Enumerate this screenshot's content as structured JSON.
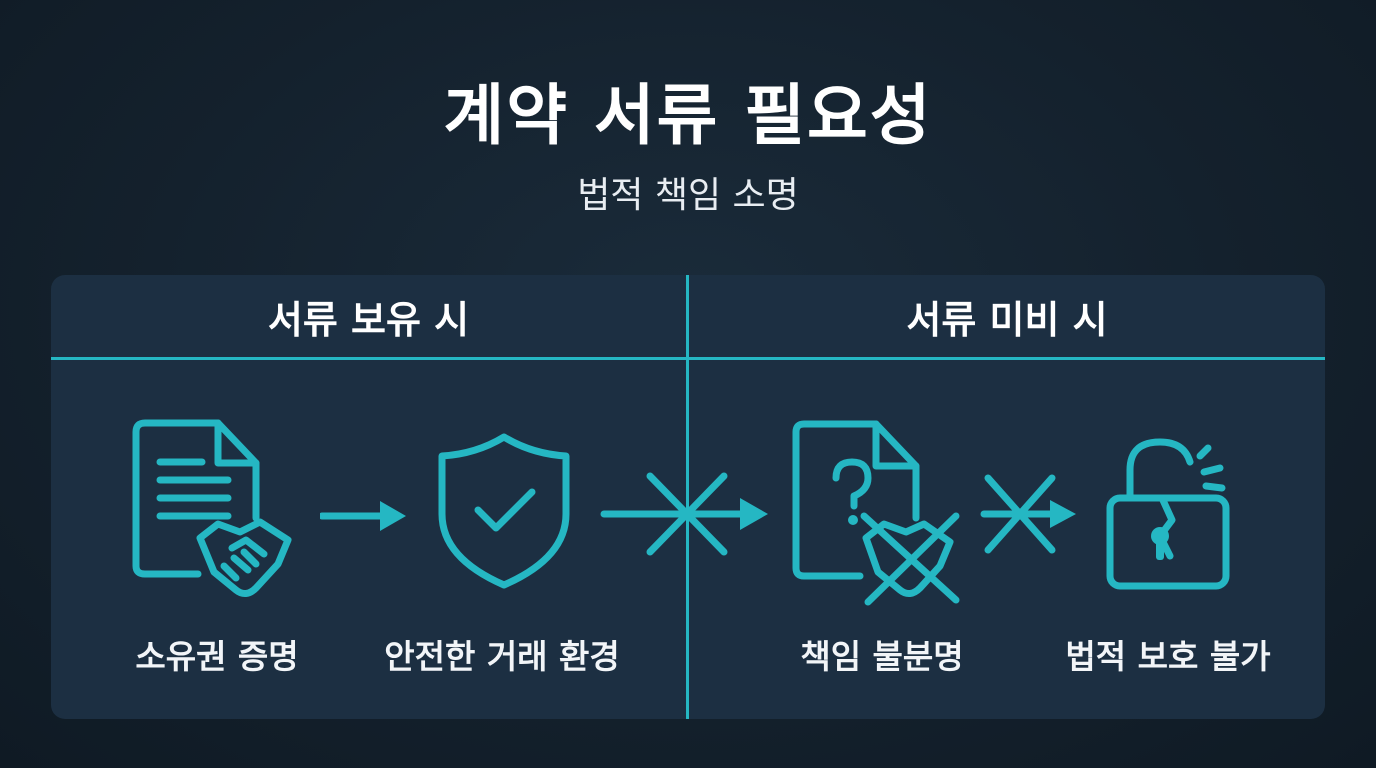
{
  "title": "계약 서류 필요성",
  "subtitle": "법적 책임 소명",
  "columns": {
    "left": {
      "heading": "서류 보유 시",
      "steps": [
        {
          "icon": "document-handshake-icon",
          "label": "소유권 증명"
        },
        {
          "icon": "shield-check-icon",
          "label": "안전한 거래 환경"
        }
      ]
    },
    "right": {
      "heading": "서류 미비 시",
      "steps": [
        {
          "icon": "document-question-crossed-handshake-icon",
          "label": "책임 불분명"
        },
        {
          "icon": "broken-padlock-icon",
          "label": "법적 보호 불가"
        }
      ]
    }
  },
  "colors": {
    "accent": "#25b7c3",
    "background": "#14212d",
    "panel": "#1c2f42",
    "text": "#ffffff"
  }
}
